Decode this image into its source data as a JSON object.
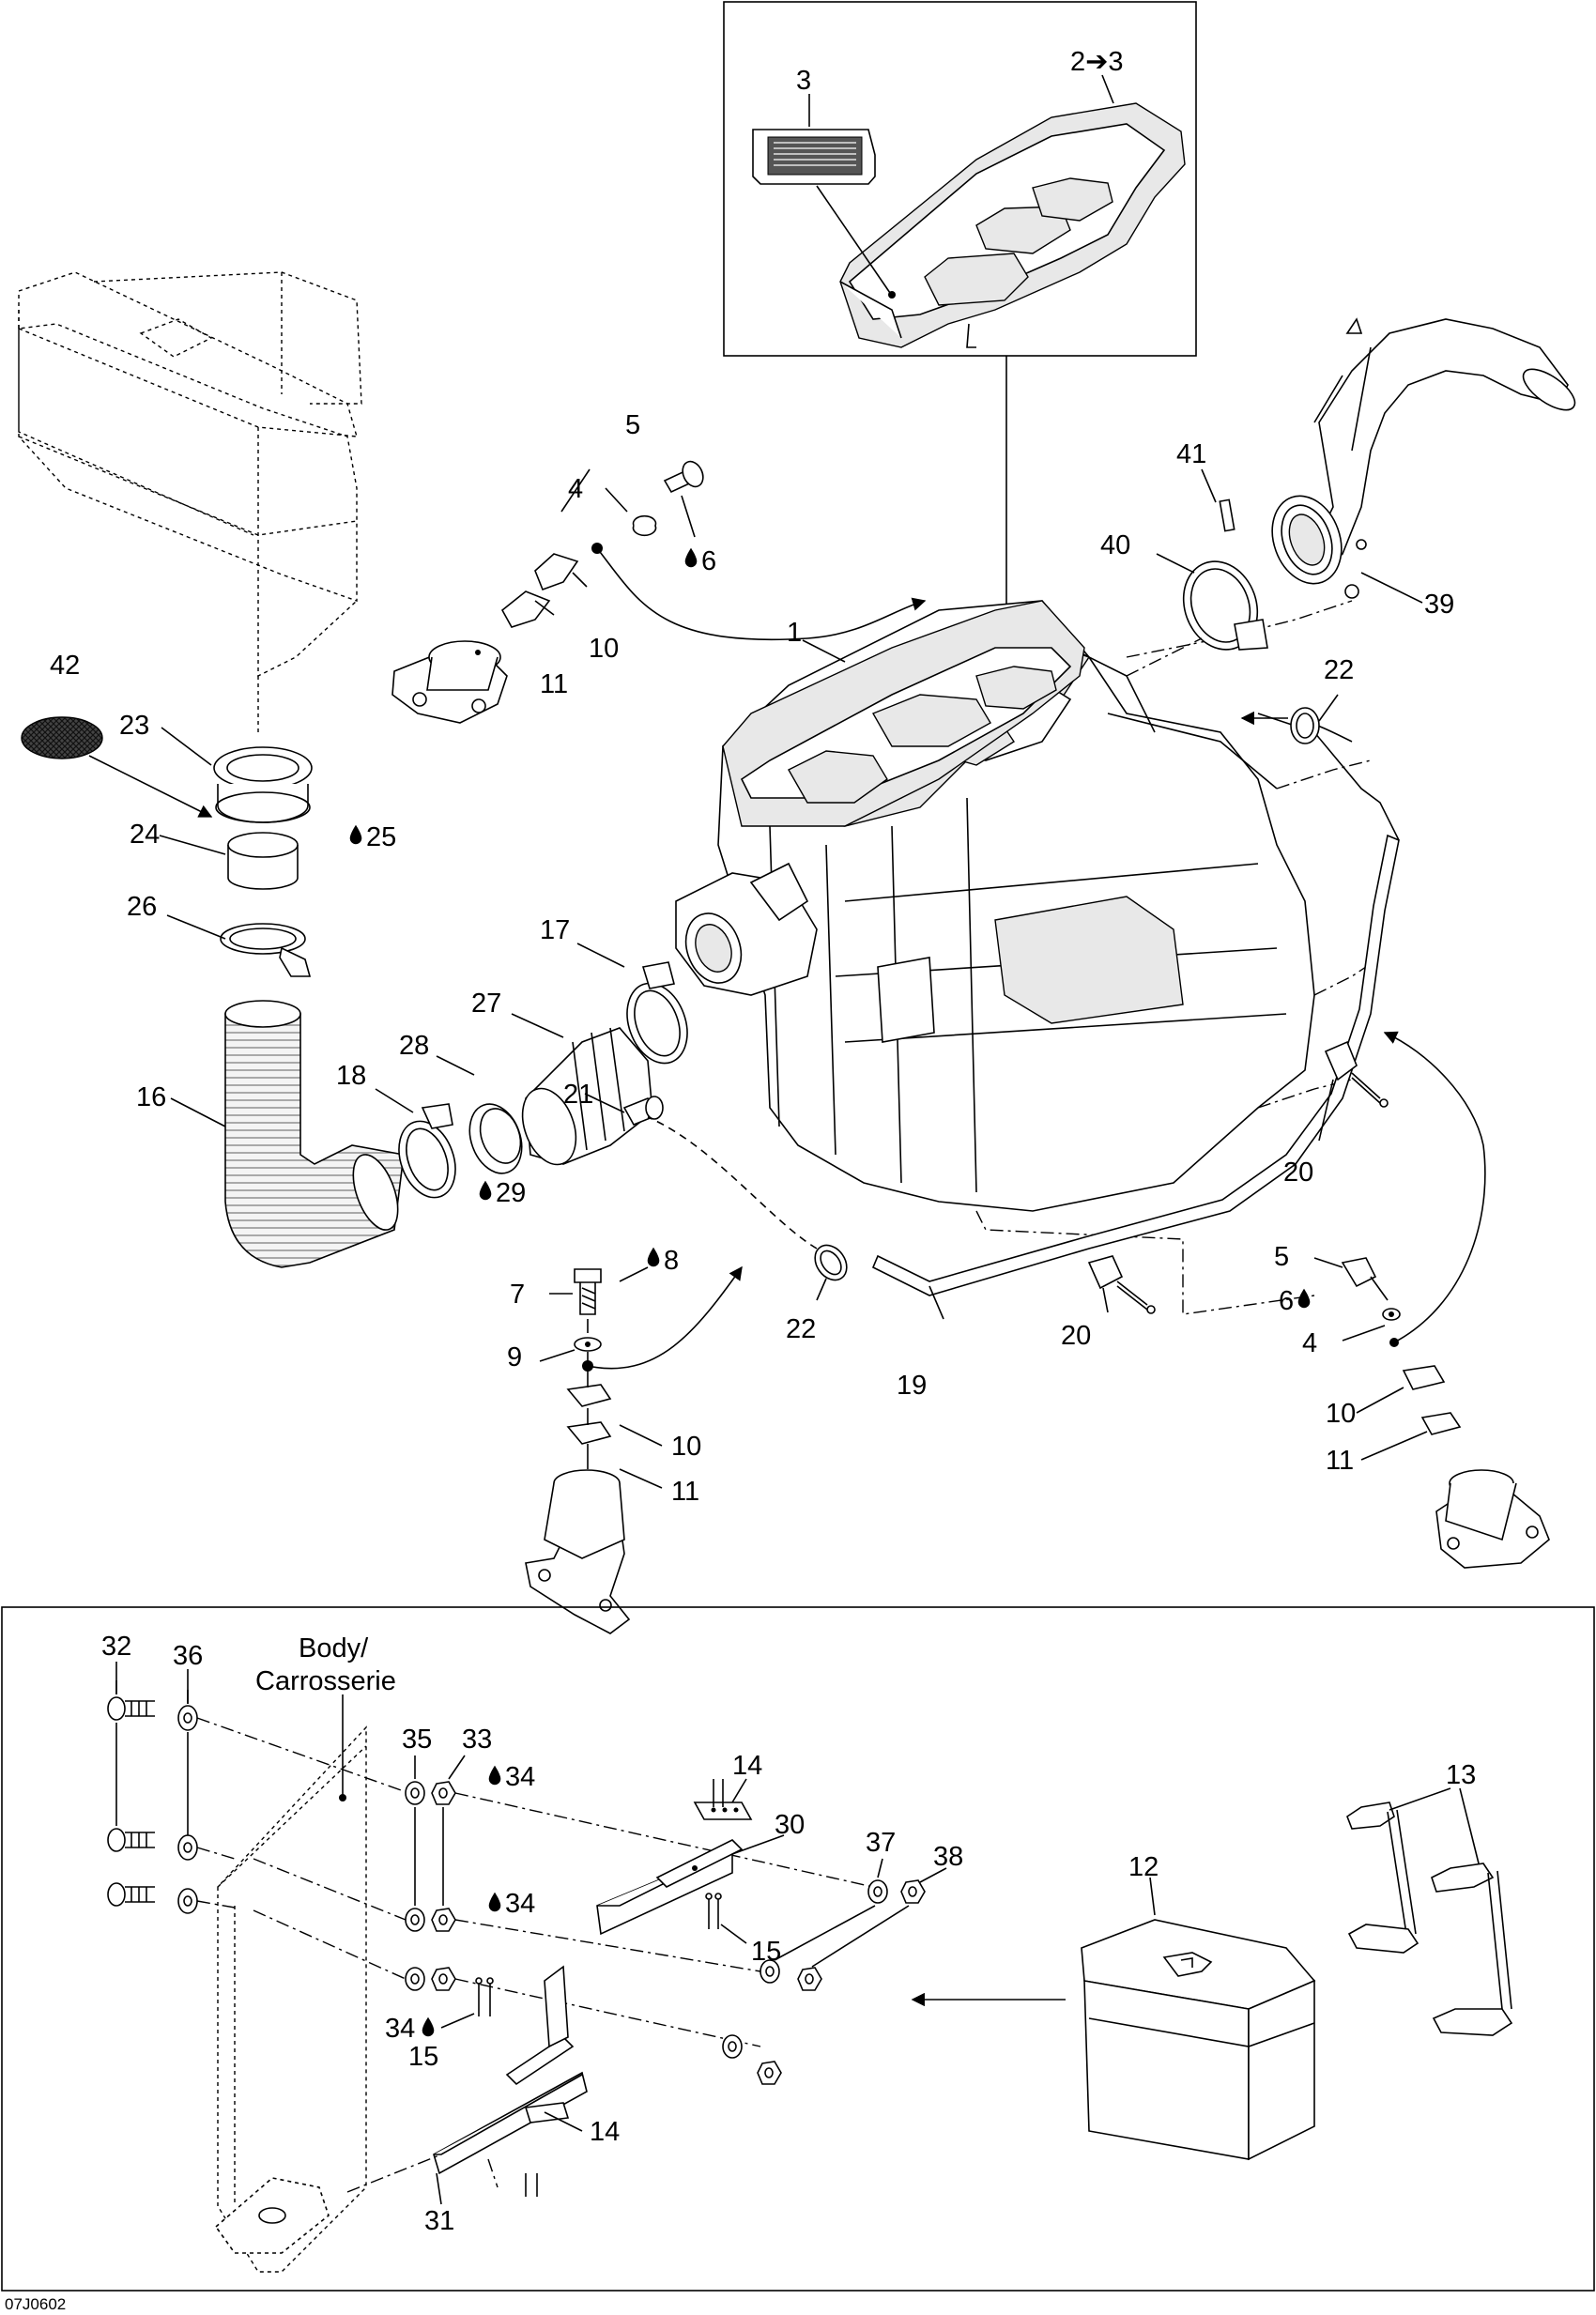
{
  "figure_code": "07J0602",
  "inset_body_label_line1": "Body/",
  "inset_body_label_line2": "Carrosserie",
  "callouts": [
    {
      "id": "c1",
      "text": "1"
    },
    {
      "id": "c2to3",
      "text": "2➔3"
    },
    {
      "id": "c3",
      "text": "3"
    },
    {
      "id": "c4a",
      "text": "4"
    },
    {
      "id": "c4b",
      "text": "4"
    },
    {
      "id": "c5a",
      "text": "5"
    },
    {
      "id": "c5b",
      "text": "5"
    },
    {
      "id": "c6a",
      "text": "6"
    },
    {
      "id": "c6b",
      "text": "6"
    },
    {
      "id": "c7",
      "text": "7"
    },
    {
      "id": "c8",
      "text": "8"
    },
    {
      "id": "c9",
      "text": "9"
    },
    {
      "id": "c10a",
      "text": "10"
    },
    {
      "id": "c10b",
      "text": "10"
    },
    {
      "id": "c10c",
      "text": "10"
    },
    {
      "id": "c11a",
      "text": "11"
    },
    {
      "id": "c11b",
      "text": "11"
    },
    {
      "id": "c11c",
      "text": "11"
    },
    {
      "id": "c12",
      "text": "12"
    },
    {
      "id": "c13",
      "text": "13"
    },
    {
      "id": "c14a",
      "text": "14"
    },
    {
      "id": "c14b",
      "text": "14"
    },
    {
      "id": "c15a",
      "text": "15"
    },
    {
      "id": "c15b",
      "text": "15"
    },
    {
      "id": "c16",
      "text": "16"
    },
    {
      "id": "c17",
      "text": "17"
    },
    {
      "id": "c18",
      "text": "18"
    },
    {
      "id": "c19",
      "text": "19"
    },
    {
      "id": "c20a",
      "text": "20"
    },
    {
      "id": "c20b",
      "text": "20"
    },
    {
      "id": "c21",
      "text": "21"
    },
    {
      "id": "c22a",
      "text": "22"
    },
    {
      "id": "c22b",
      "text": "22"
    },
    {
      "id": "c23",
      "text": "23"
    },
    {
      "id": "c24",
      "text": "24"
    },
    {
      "id": "c25",
      "text": "25"
    },
    {
      "id": "c26",
      "text": "26"
    },
    {
      "id": "c27",
      "text": "27"
    },
    {
      "id": "c28",
      "text": "28"
    },
    {
      "id": "c29",
      "text": "29"
    },
    {
      "id": "c30",
      "text": "30"
    },
    {
      "id": "c31",
      "text": "31"
    },
    {
      "id": "c32",
      "text": "32"
    },
    {
      "id": "c33",
      "text": "33"
    },
    {
      "id": "c34a",
      "text": "34"
    },
    {
      "id": "c34b",
      "text": "34"
    },
    {
      "id": "c34c",
      "text": "34"
    },
    {
      "id": "c35",
      "text": "35"
    },
    {
      "id": "c36",
      "text": "36"
    },
    {
      "id": "c37",
      "text": "37"
    },
    {
      "id": "c38",
      "text": "38"
    },
    {
      "id": "c39",
      "text": "39"
    },
    {
      "id": "c40",
      "text": "40"
    },
    {
      "id": "c41",
      "text": "41"
    },
    {
      "id": "c42",
      "text": "42"
    }
  ],
  "icons": {
    "drop": "lubricant-drop-icon",
    "arrow": "direction-arrow-icon"
  }
}
